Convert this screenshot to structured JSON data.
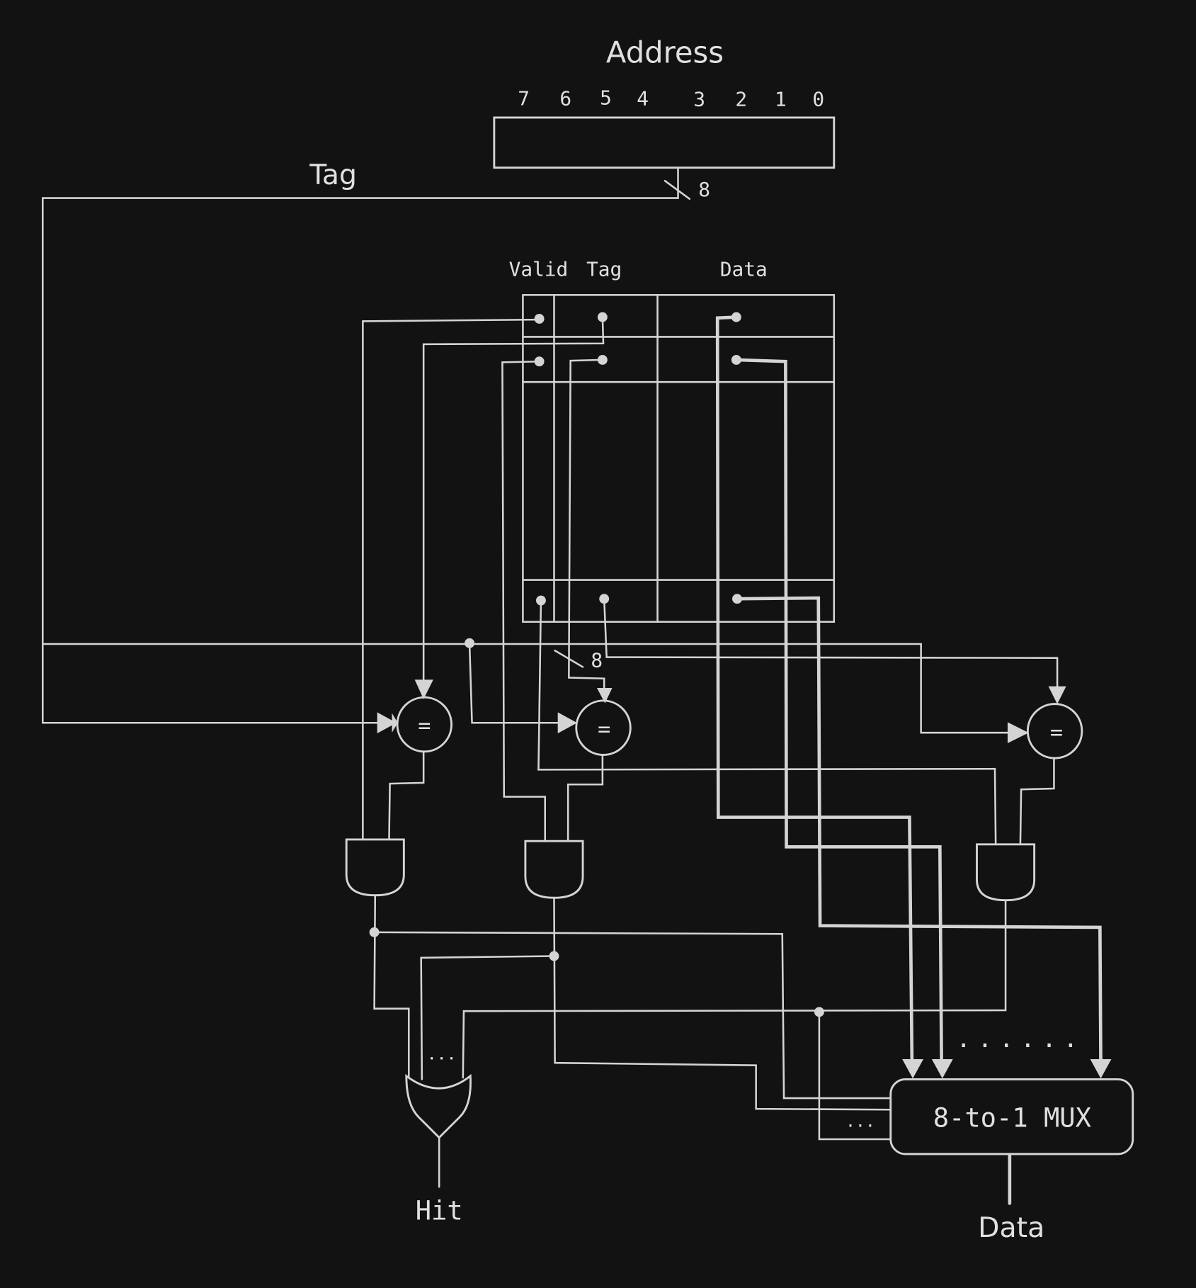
{
  "title": "Address",
  "address_bits": [
    "7",
    "6",
    "5",
    "4",
    "3",
    "2",
    "1",
    "0"
  ],
  "tag_label": "Tag",
  "bus_width_top": "8",
  "bus_width_mid": "8",
  "columns": {
    "valid": "Valid",
    "tag": "Tag",
    "data": "Data"
  },
  "comparator_symbol": "=",
  "or_ellipsis": "...",
  "mux_ellipsis": "...",
  "mux_inputs_ellipsis": "......",
  "mux_label": "8-to-1 MUX",
  "hit_label": "Hit",
  "data_out_label": "Data",
  "colors": {
    "background": "#121212",
    "stroke": "#d4d4d4"
  }
}
